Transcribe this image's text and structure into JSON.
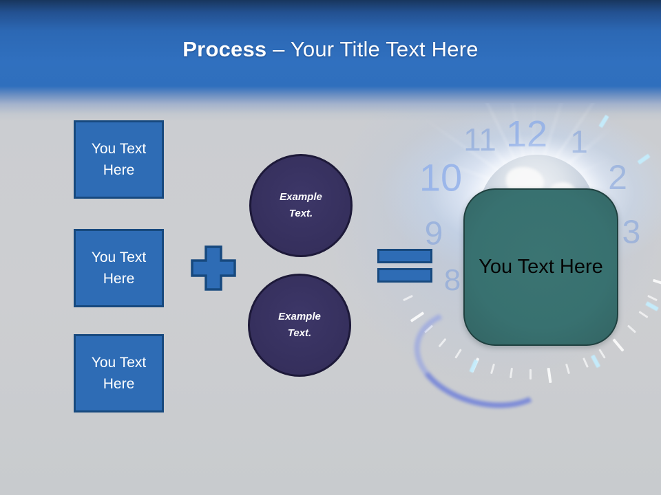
{
  "title": {
    "emphasis": "Process",
    "rest": "– Your Title Text Here"
  },
  "input_boxes": [
    {
      "label": "You Text Here"
    },
    {
      "label": "You Text Here"
    },
    {
      "label": "You Text Here"
    }
  ],
  "operators": {
    "plus_icon": "plus",
    "equals_icon": "equals"
  },
  "example_circles": [
    {
      "label": "Example Text."
    },
    {
      "label": "Example Text."
    }
  ],
  "result_box": {
    "label": "You Text Here"
  },
  "background": {
    "clock_numerals": [
      "11",
      "12",
      "1",
      "10",
      "2",
      "3",
      "9",
      "8"
    ]
  },
  "colors": {
    "header_blue": "#2f6fbd",
    "header_dark": "#18365e",
    "background_gray": "#cbced2",
    "shape_blue_fill": "#2e6cb5",
    "shape_blue_border": "#17497e",
    "circle_fill": "#37315f",
    "circle_border": "#1d1939",
    "result_fill": "#387170",
    "result_border": "#1f403f",
    "title_text": "#ffffff",
    "result_text": "#000000",
    "clock_numeral_blue": "#8fa9d6"
  }
}
